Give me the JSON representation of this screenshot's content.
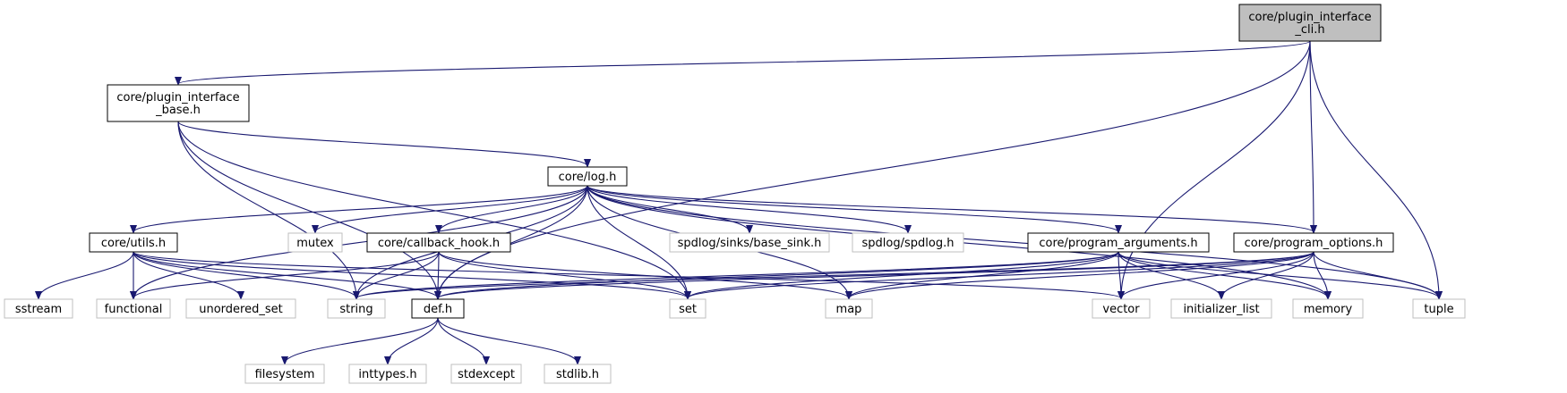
{
  "diagram": {
    "nodes": [
      {
        "id": "plugin_cli",
        "lines": [
          "core/plugin_interface",
          "_cli.h"
        ],
        "style": "focus"
      },
      {
        "id": "plugin_base",
        "lines": [
          "core/plugin_interface",
          "_base.h"
        ],
        "style": "main"
      },
      {
        "id": "log",
        "lines": [
          "core/log.h"
        ],
        "style": "main"
      },
      {
        "id": "utils",
        "lines": [
          "core/utils.h"
        ],
        "style": "main"
      },
      {
        "id": "mutex",
        "lines": [
          "mutex"
        ],
        "style": "ext"
      },
      {
        "id": "callback",
        "lines": [
          "core/callback_hook.h"
        ],
        "style": "main"
      },
      {
        "id": "base_sink",
        "lines": [
          "spdlog/sinks/base_sink.h"
        ],
        "style": "ext"
      },
      {
        "id": "spdlog",
        "lines": [
          "spdlog/spdlog.h"
        ],
        "style": "ext"
      },
      {
        "id": "prog_args",
        "lines": [
          "core/program_arguments.h"
        ],
        "style": "main"
      },
      {
        "id": "prog_opts",
        "lines": [
          "core/program_options.h"
        ],
        "style": "main"
      },
      {
        "id": "sstream",
        "lines": [
          "sstream"
        ],
        "style": "ext"
      },
      {
        "id": "functional",
        "lines": [
          "functional"
        ],
        "style": "ext"
      },
      {
        "id": "unordered_set",
        "lines": [
          "unordered_set"
        ],
        "style": "ext"
      },
      {
        "id": "string",
        "lines": [
          "string"
        ],
        "style": "ext"
      },
      {
        "id": "def",
        "lines": [
          "def.h"
        ],
        "style": "main"
      },
      {
        "id": "set",
        "lines": [
          "set"
        ],
        "style": "ext"
      },
      {
        "id": "map",
        "lines": [
          "map"
        ],
        "style": "ext"
      },
      {
        "id": "vector",
        "lines": [
          "vector"
        ],
        "style": "ext"
      },
      {
        "id": "init_list",
        "lines": [
          "initializer_list"
        ],
        "style": "ext"
      },
      {
        "id": "memory",
        "lines": [
          "memory"
        ],
        "style": "ext"
      },
      {
        "id": "tuple",
        "lines": [
          "tuple"
        ],
        "style": "ext"
      },
      {
        "id": "filesystem",
        "lines": [
          "filesystem"
        ],
        "style": "ext"
      },
      {
        "id": "inttypes",
        "lines": [
          "inttypes.h"
        ],
        "style": "ext"
      },
      {
        "id": "stdexcept",
        "lines": [
          "stdexcept"
        ],
        "style": "ext"
      },
      {
        "id": "stdlib",
        "lines": [
          "stdlib.h"
        ],
        "style": "ext"
      }
    ],
    "edges": [
      [
        "plugin_cli",
        "plugin_base"
      ],
      [
        "plugin_cli",
        "def"
      ],
      [
        "plugin_cli",
        "prog_opts"
      ],
      [
        "plugin_cli",
        "vector"
      ],
      [
        "plugin_cli",
        "tuple"
      ],
      [
        "plugin_base",
        "log"
      ],
      [
        "plugin_base",
        "string"
      ],
      [
        "plugin_base",
        "def"
      ],
      [
        "plugin_base",
        "set"
      ],
      [
        "log",
        "utils"
      ],
      [
        "log",
        "mutex"
      ],
      [
        "log",
        "callback"
      ],
      [
        "log",
        "base_sink"
      ],
      [
        "log",
        "spdlog"
      ],
      [
        "log",
        "prog_args"
      ],
      [
        "log",
        "prog_opts"
      ],
      [
        "log",
        "functional"
      ],
      [
        "log",
        "string"
      ],
      [
        "log",
        "def"
      ],
      [
        "log",
        "set"
      ],
      [
        "log",
        "map"
      ],
      [
        "log",
        "tuple"
      ],
      [
        "log",
        "memory"
      ],
      [
        "utils",
        "sstream"
      ],
      [
        "utils",
        "functional"
      ],
      [
        "utils",
        "unordered_set"
      ],
      [
        "utils",
        "string"
      ],
      [
        "utils",
        "def"
      ],
      [
        "utils",
        "set"
      ],
      [
        "utils",
        "vector"
      ],
      [
        "callback",
        "functional"
      ],
      [
        "callback",
        "string"
      ],
      [
        "callback",
        "def"
      ],
      [
        "callback",
        "set"
      ],
      [
        "callback",
        "map"
      ],
      [
        "prog_args",
        "string"
      ],
      [
        "prog_args",
        "def"
      ],
      [
        "prog_args",
        "set"
      ],
      [
        "prog_args",
        "map"
      ],
      [
        "prog_args",
        "vector"
      ],
      [
        "prog_args",
        "init_list"
      ],
      [
        "prog_args",
        "memory"
      ],
      [
        "prog_args",
        "tuple"
      ],
      [
        "prog_opts",
        "string"
      ],
      [
        "prog_opts",
        "def"
      ],
      [
        "prog_opts",
        "set"
      ],
      [
        "prog_opts",
        "map"
      ],
      [
        "prog_opts",
        "vector"
      ],
      [
        "prog_opts",
        "init_list"
      ],
      [
        "prog_opts",
        "memory"
      ],
      [
        "prog_opts",
        "tuple"
      ],
      [
        "def",
        "filesystem"
      ],
      [
        "def",
        "inttypes"
      ],
      [
        "def",
        "stdexcept"
      ],
      [
        "def",
        "stdlib"
      ]
    ]
  }
}
